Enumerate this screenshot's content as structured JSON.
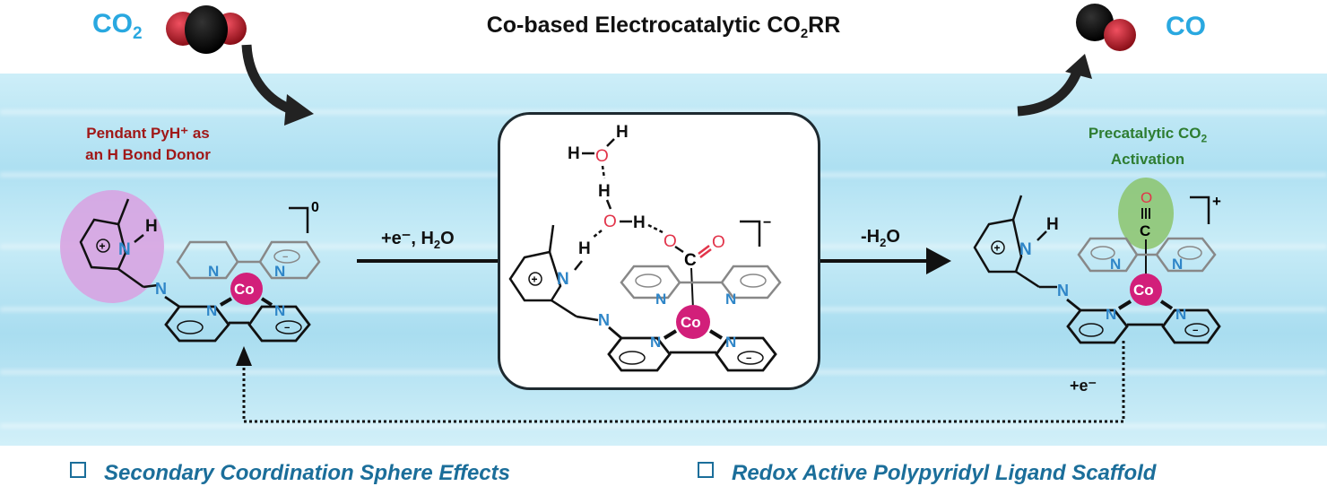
{
  "title": {
    "prefix": "Co-based Electrocatalytic CO",
    "sub": "2",
    "suffix": "RR"
  },
  "reactant": {
    "label": "CO",
    "sub": "2"
  },
  "product": {
    "label": "CO"
  },
  "annotations": {
    "left": {
      "line1": "Pendant PyH⁺ as",
      "line2": "an H Bond Donor"
    },
    "right": {
      "line1_prefix": "Precatalytic CO",
      "line1_sub": "2",
      "line2": "Activation"
    }
  },
  "arrows": {
    "step1": {
      "text": "+e⁻, H",
      "sub": "2",
      "suffix": "O"
    },
    "step2": {
      "text": "-H",
      "sub": "2",
      "suffix": "O"
    },
    "step3": {
      "text": "+e⁻"
    }
  },
  "structures": {
    "left_charge": "0",
    "middle_charge": "−",
    "right_charge": "+",
    "metal": "Co",
    "nitrogen": "N",
    "oxygen": "O",
    "carbon": "C",
    "hydrogen": "H",
    "plus_symbol": "+",
    "minus_symbol": "−"
  },
  "footer": {
    "item1": "Secondary Coordination Sphere Effects",
    "item2": "Redox Active Polypyridyl Ligand Scaffold"
  },
  "colors": {
    "co2_label": "#29a8e0",
    "left_annotation": "#a01818",
    "right_annotation": "#2e7d32",
    "footer": "#1b6e9a",
    "cobalt": "#d21f7a",
    "nitrogen": "#2f86c8",
    "oxygen": "#e2344a",
    "pyh_highlight": "#d9a0e0",
    "co_highlight": "#8cc46c"
  }
}
